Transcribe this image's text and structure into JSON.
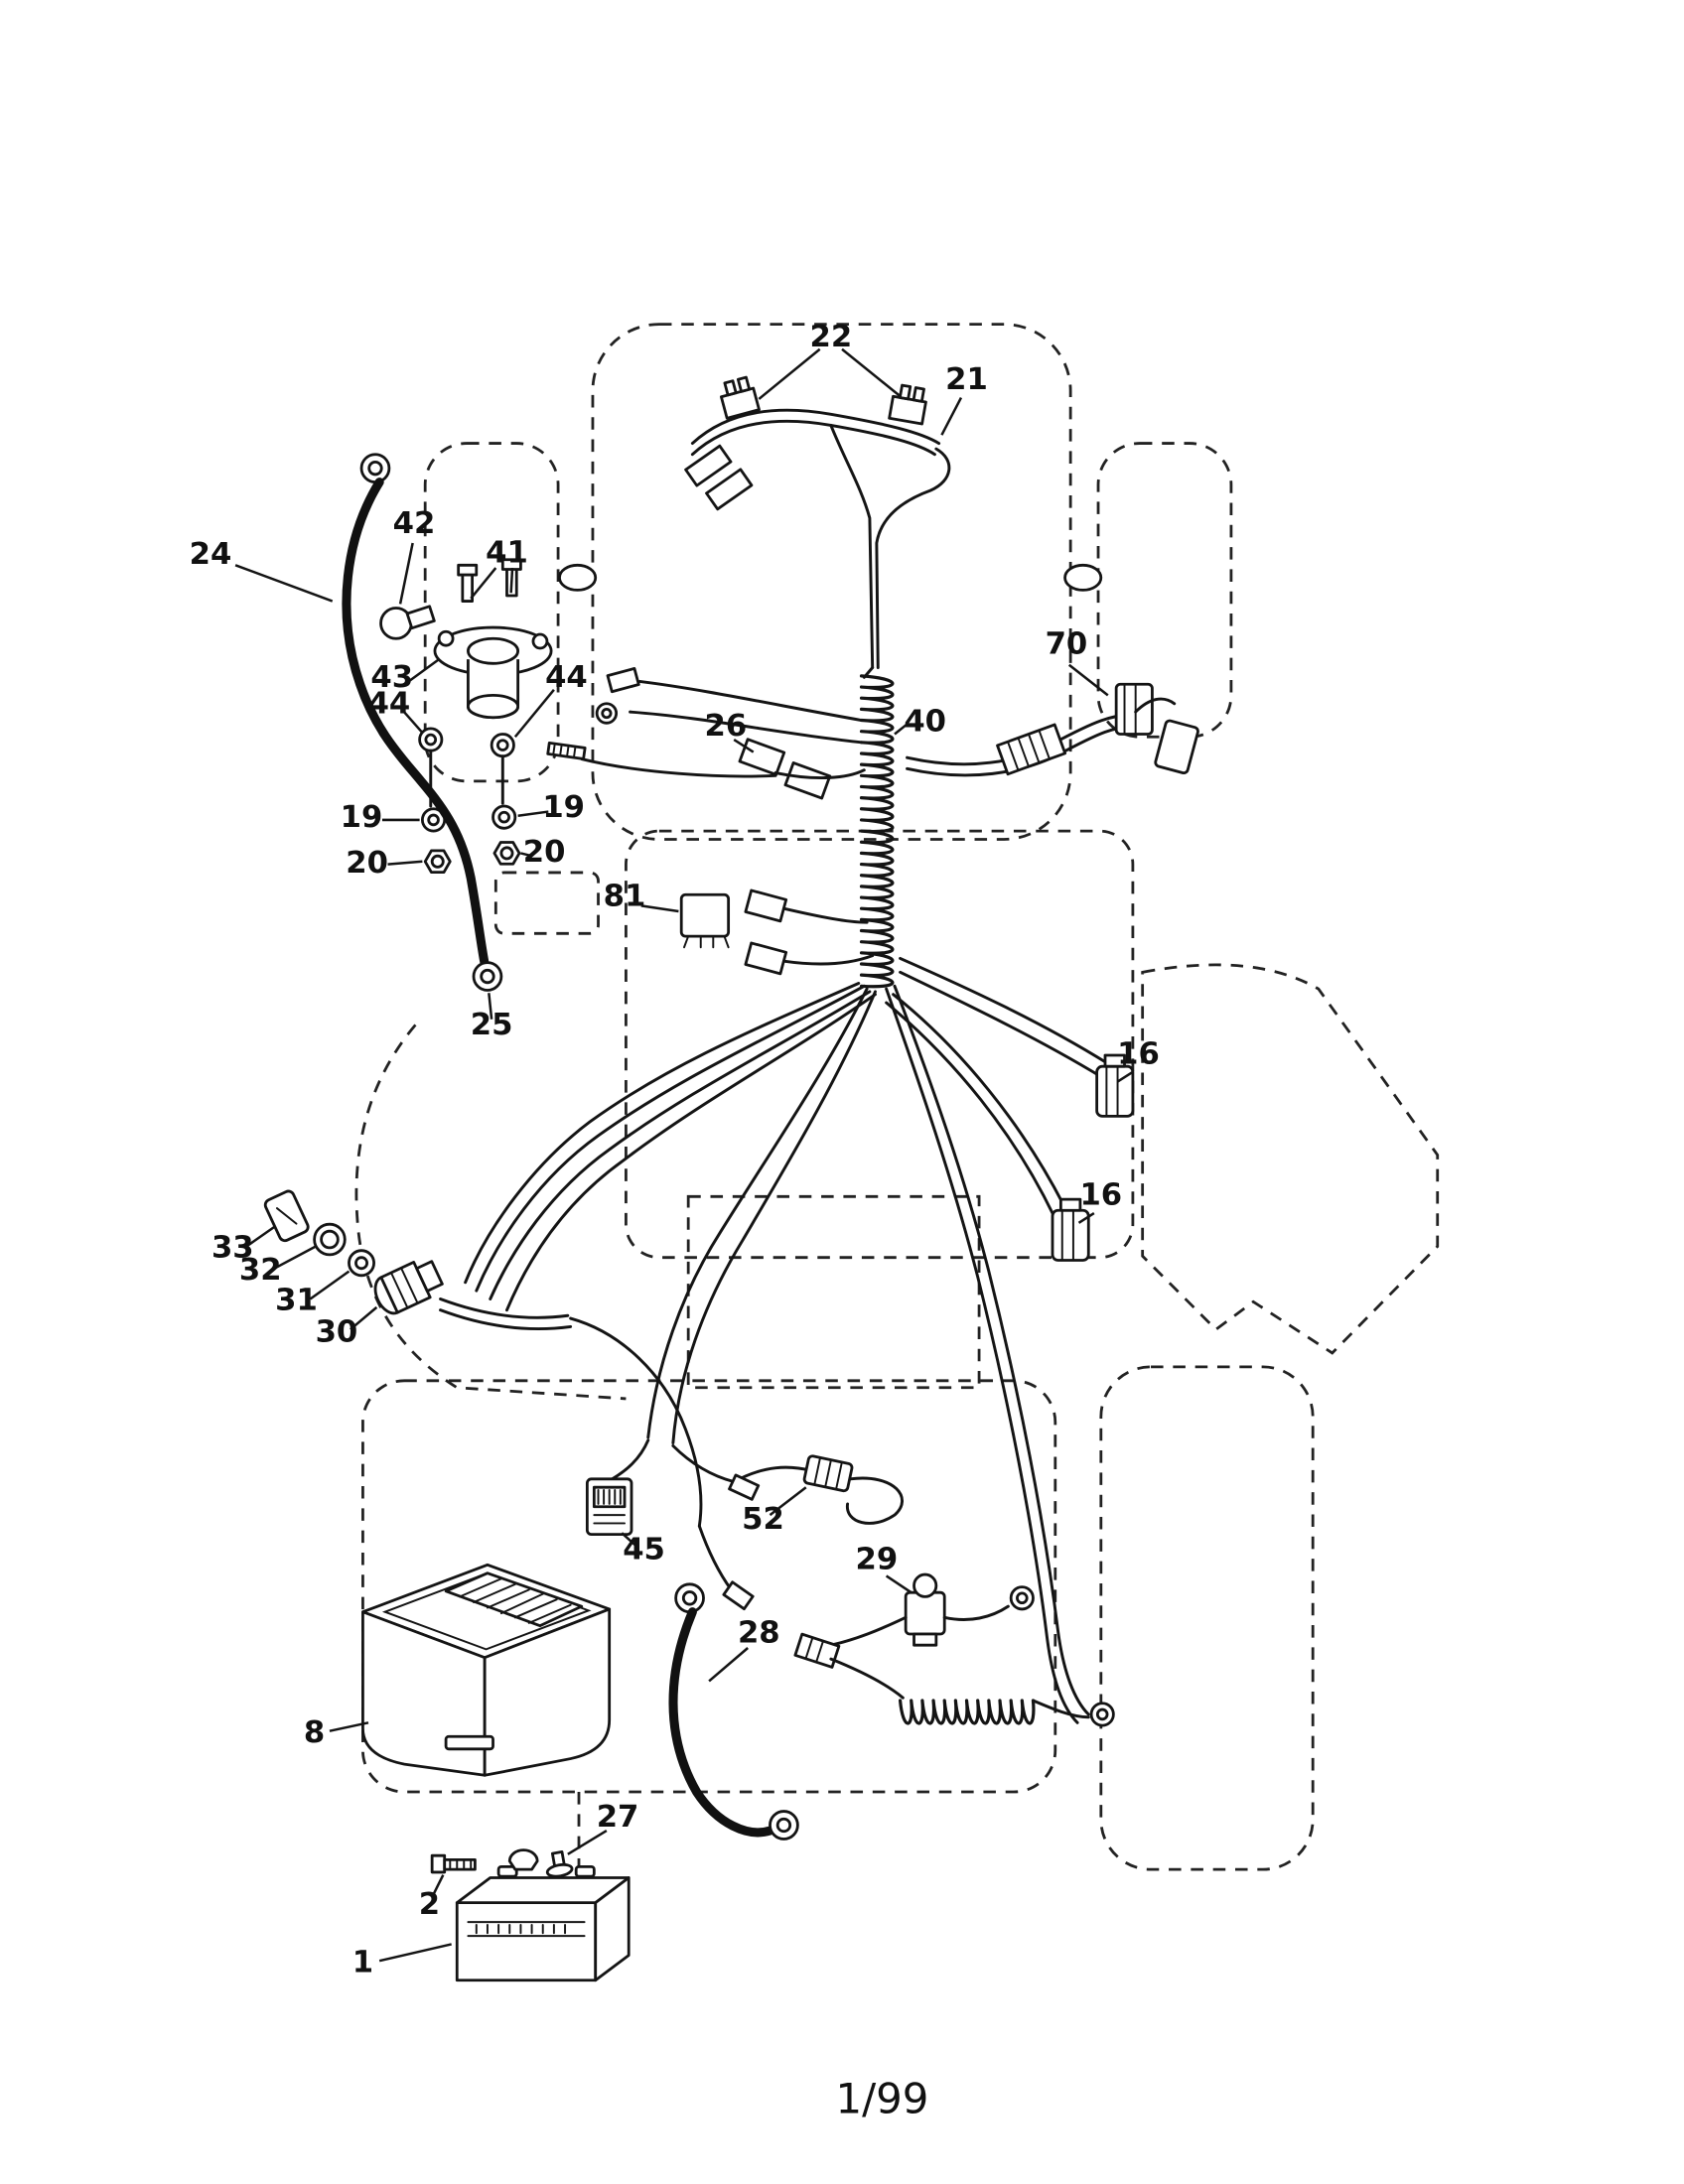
{
  "page": {
    "footer": "1/99",
    "background": "#ffffff",
    "ink": "#141414"
  },
  "diagram": {
    "name": "Riding mower electrical wiring-harness parts diagram",
    "callouts": [
      {
        "label": "22"
      },
      {
        "label": "21"
      },
      {
        "label": "24"
      },
      {
        "label": "42"
      },
      {
        "label": "41"
      },
      {
        "label": "43"
      },
      {
        "label": "44"
      },
      {
        "label": "44"
      },
      {
        "label": "70"
      },
      {
        "label": "26"
      },
      {
        "label": "40"
      },
      {
        "label": "19"
      },
      {
        "label": "19"
      },
      {
        "label": "20"
      },
      {
        "label": "20"
      },
      {
        "label": "81"
      },
      {
        "label": "25"
      },
      {
        "label": "16"
      },
      {
        "label": "16"
      },
      {
        "label": "33"
      },
      {
        "label": "32"
      },
      {
        "label": "31"
      },
      {
        "label": "30"
      },
      {
        "label": "45"
      },
      {
        "label": "52"
      },
      {
        "label": "29"
      },
      {
        "label": "8"
      },
      {
        "label": "28"
      },
      {
        "label": "27"
      },
      {
        "label": "2"
      },
      {
        "label": "1"
      }
    ]
  }
}
